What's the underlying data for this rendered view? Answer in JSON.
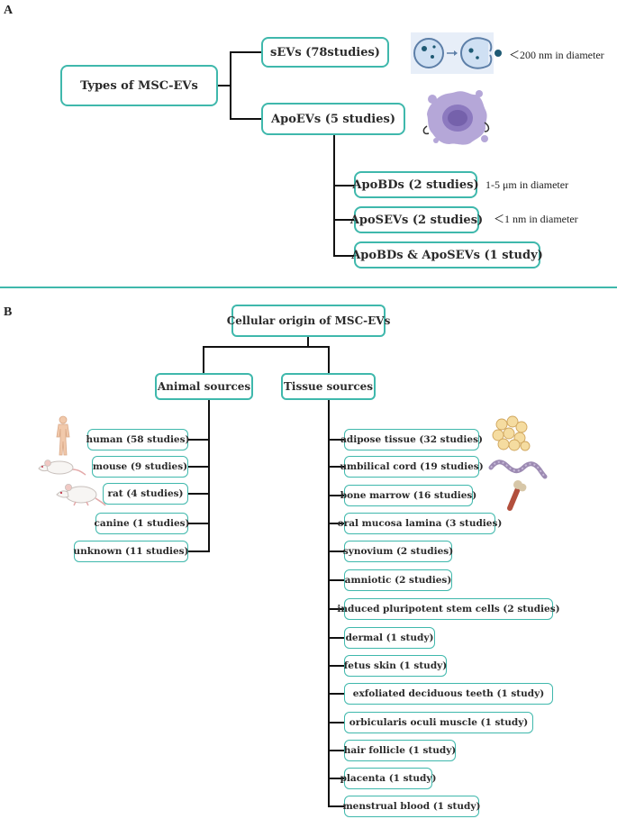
{
  "panel_a": {
    "letter": "A",
    "root": "Types of MSC-EVs",
    "sevs": "sEVs (78studies)",
    "sevs_note": "＜200 nm in diameter",
    "apoevs": "ApoEVs (5 studies)",
    "apobds": "ApoBDs (2 studies)",
    "apobds_note": "1-5 μm in diameter",
    "aposevs": "ApoSEVs (2 studies)",
    "aposevs_note": "＜1 nm in diameter",
    "both": "ApoBDs & ApoSEVs (1 study)"
  },
  "panel_b": {
    "letter": "B",
    "root": "Cellular origin of MSC-EVs",
    "animal_header": "Animal sources",
    "tissue_header": "Tissue sources",
    "animal": [
      "human (58 studies)",
      "mouse (9 studies)",
      "rat (4 studies)",
      "canine (1 studies)",
      "unknown (11 studies)"
    ],
    "tissue": [
      "adipose tissue (32 studies)",
      "umbilical cord (19 studies)",
      "bone marrow (16 studies)",
      "oral mucosa lamina (3 studies)",
      "synovium (2 studies)",
      "amniotic (2 studies)",
      "induced pluripotent stem cells (2 studies)",
      "dermal (1 study)",
      "fetus skin (1 study)",
      "exfoliated deciduous teeth (1 study)",
      "orbicularis oculi muscle (1 study)",
      "hair follicle (1 study)",
      "placenta (1 study)",
      "menstrual blood (1 study)"
    ]
  },
  "colors": {
    "box_border": "#3fb8ac",
    "connector": "#111111"
  },
  "icons": [
    "vesicle-release-icon",
    "apoptotic-cell-icon",
    "human-body-icon",
    "mouse-icon",
    "rat-icon",
    "adipose-tissue-icon",
    "umbilical-cord-icon",
    "bone-marrow-icon"
  ]
}
